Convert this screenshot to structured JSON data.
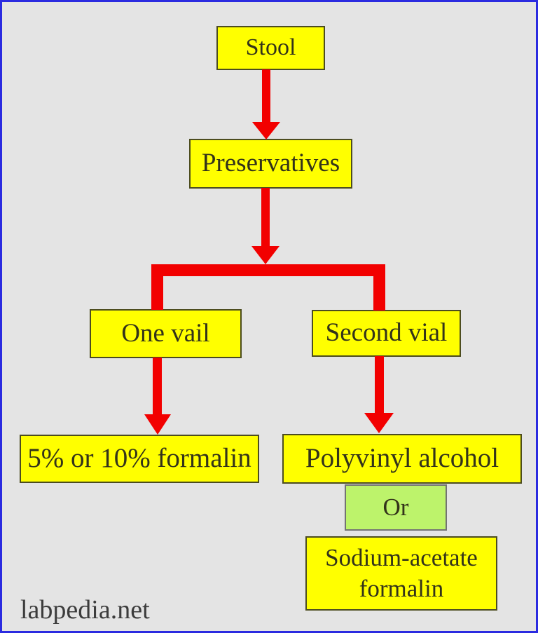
{
  "diagram": {
    "nodes": {
      "stool": "Stool",
      "preservatives": "Preservatives",
      "one_vial": "One vail",
      "second_vial": "Second vial",
      "formalin": "5% or 10% formalin",
      "polyvinyl_alcohol": "Polyvinyl alcohol",
      "or_connector": "Or",
      "sodium_acetate_formalin": "Sodium-acetate formalin"
    },
    "watermark": "labpedia.net",
    "colors": {
      "background": "#e4e4e4",
      "frame_border": "#2b2be0",
      "node_fill": "#ffff00",
      "node_border": "#4c4c1f",
      "node_text": "#33331a",
      "or_fill": "#bdf36b",
      "or_border": "#737373",
      "arrow": "#f20000",
      "watermark_text": "#3c3c3c"
    }
  }
}
